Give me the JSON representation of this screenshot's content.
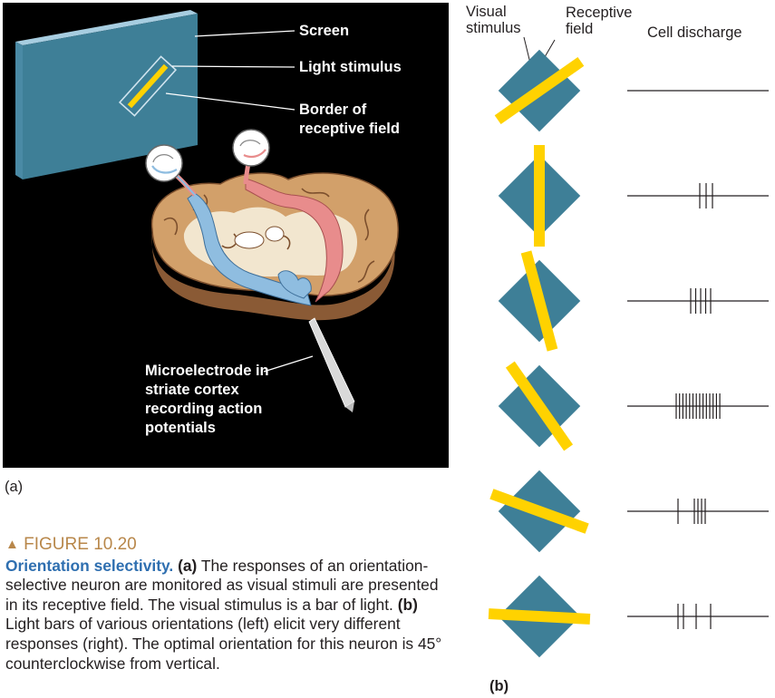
{
  "panel_a": {
    "label_screen": "Screen",
    "label_light_stimulus": "Light stimulus",
    "label_border": "Border of receptive field",
    "label_microelectrode": "Microelectrode in striate cortex recording action potentials",
    "part_label": "(a)"
  },
  "panel_b": {
    "header_visual_stimulus": "Visual stimulus",
    "header_receptive_field": "Receptive field",
    "header_cell_discharge": "Cell discharge",
    "part_label": "(b)",
    "trials": [
      {
        "bar_angle_deg": 55,
        "spikes": 0
      },
      {
        "bar_angle_deg": 0,
        "spikes": 3
      },
      {
        "bar_angle_deg": -15,
        "spikes": 5
      },
      {
        "bar_angle_deg": -35,
        "spikes": 14
      },
      {
        "bar_angle_deg": -70,
        "spikes": 5
      },
      {
        "bar_angle_deg": -87,
        "spikes": 4
      }
    ]
  },
  "caption": {
    "figure_label": "FIGURE 10.20",
    "title": "Orientation selectivity.",
    "part_a": "(a)",
    "text_a": " The responses of an orientation-selective neuron are monitored as visual stimuli are presented in its receptive field. The visual stimulus is a bar of light. ",
    "part_b": "(b)",
    "text_b": " Light bars of various orientations (left) elicit very different responses (right). The optimal orientation for this neuron is 45° counterclockwise from vertical."
  },
  "colors": {
    "rf_square": "#3e7f97",
    "light_bar": "#ffd200",
    "brain_tan": "#d2a06a",
    "pathway_blue": "#8fbde0",
    "pathway_red": "#e88c8c",
    "caption_accent": "#2f6fb0",
    "figure_label": "#b8874a"
  }
}
